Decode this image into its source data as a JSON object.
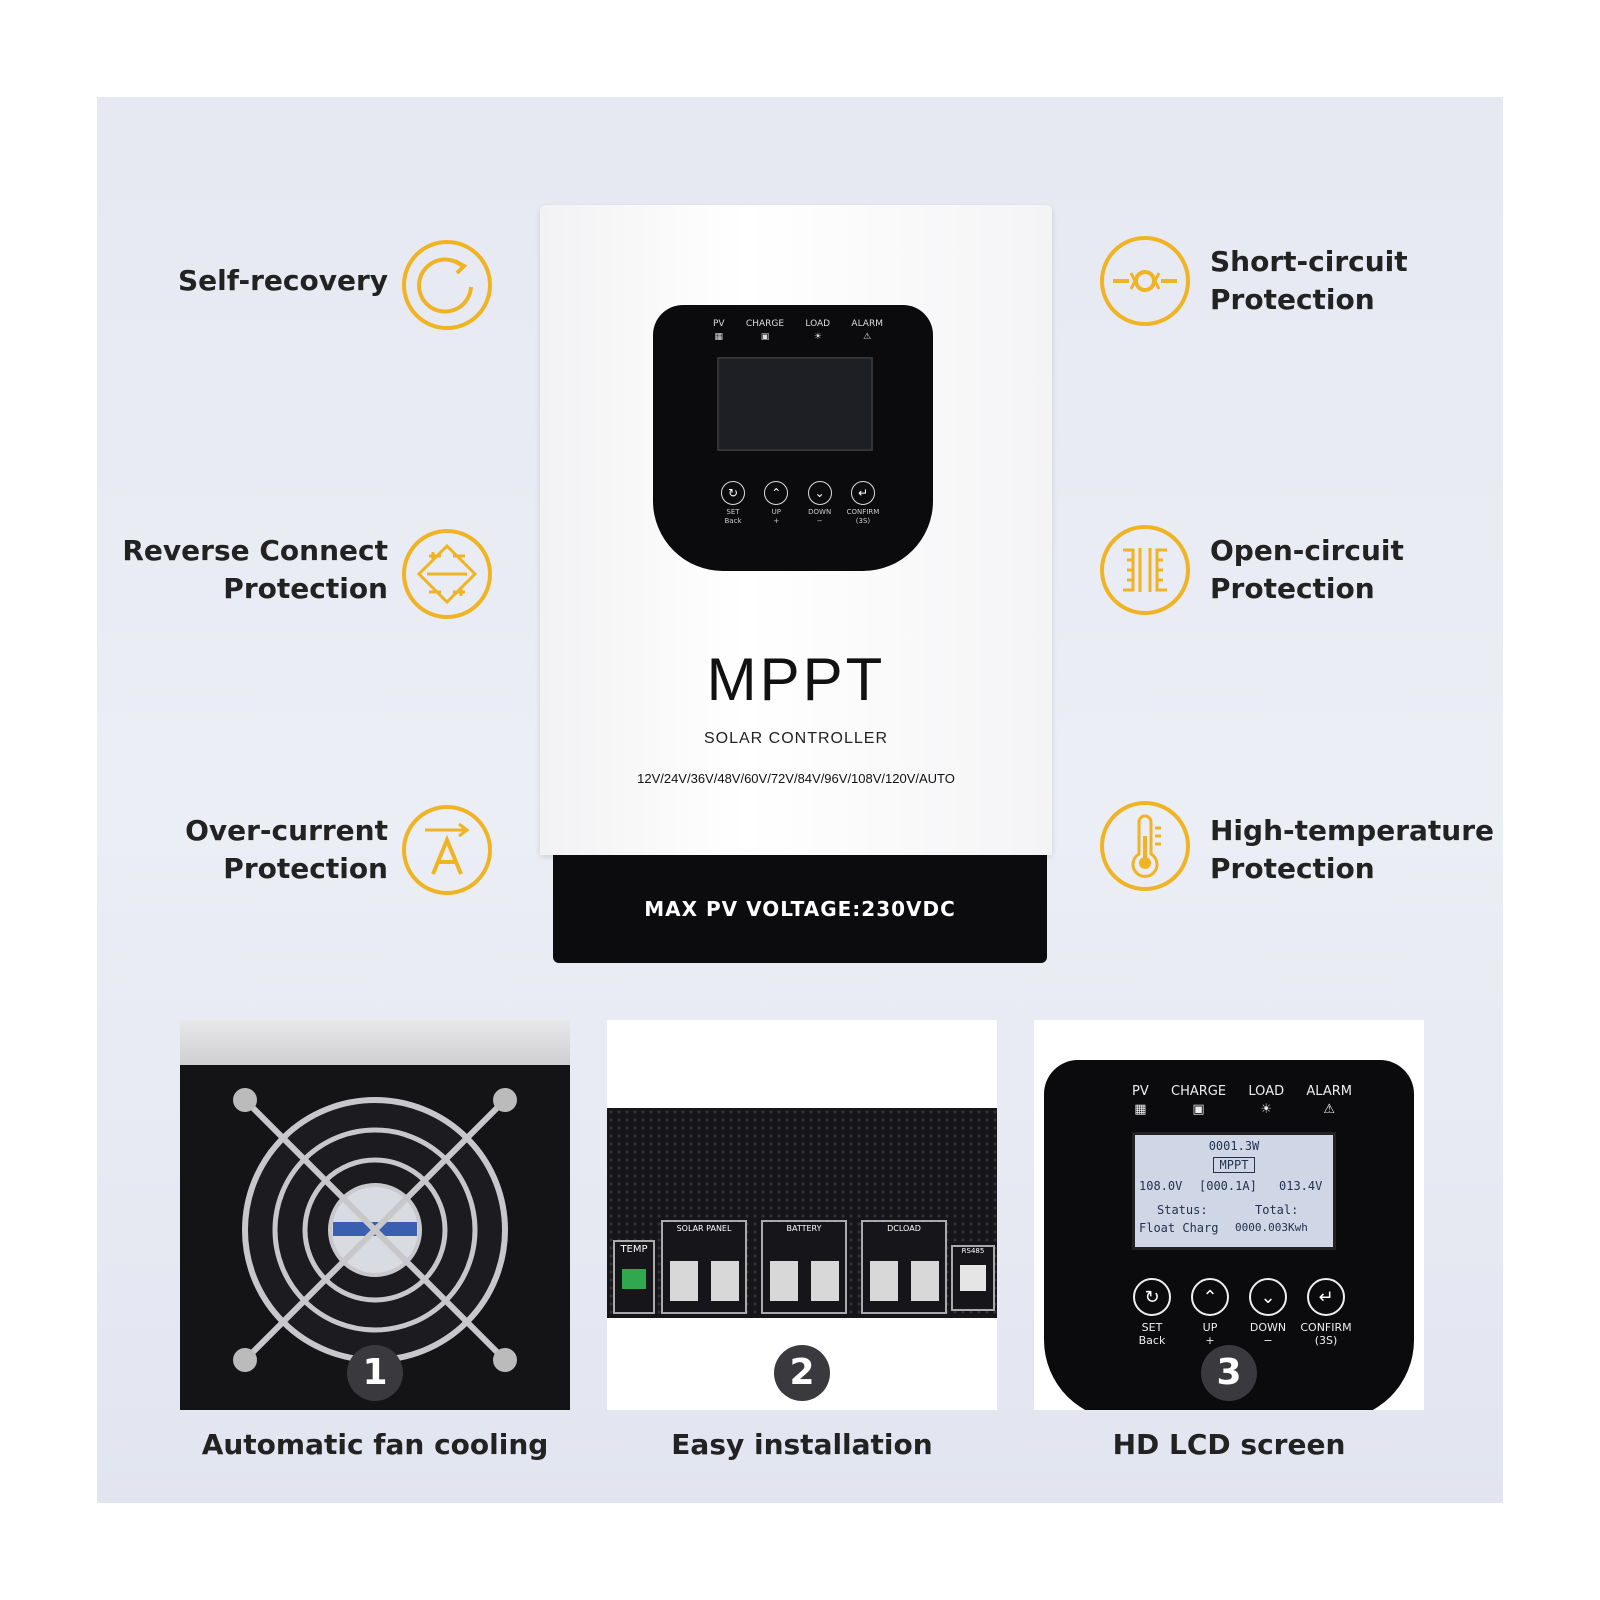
{
  "features_left": [
    {
      "label": "Self-recovery",
      "icon": "rotate-icon"
    },
    {
      "label": "Reverse Connect\nProtection",
      "icon": "bridge-rectifier-icon"
    },
    {
      "label": "Over-current\nProtection",
      "icon": "ammeter-icon"
    }
  ],
  "features_right": [
    {
      "label": "Short-circuit\nProtection",
      "icon": "fuse-icon"
    },
    {
      "label": "Open-circuit\nProtection",
      "icon": "transformer-icon"
    },
    {
      "label": "High-temperature\nProtection",
      "icon": "thermometer-icon"
    }
  ],
  "accent_color": "#f0b323",
  "device": {
    "indicators": [
      "PV",
      "CHARGE",
      "LOAD",
      "ALARM"
    ],
    "buttons": [
      {
        "label": "SET",
        "sub": "Back"
      },
      {
        "label": "UP",
        "sub": "+"
      },
      {
        "label": "DOWN",
        "sub": "−"
      },
      {
        "label": "CONFIRM",
        "sub": "(3S)"
      }
    ],
    "brand": "MPPT",
    "subtitle": "SOLAR CONTROLLER",
    "voltages": "12V/24V/36V/48V/60V/72V/84V/96V/108V/120V/AUTO",
    "max_pv": "MAX PV VOLTAGE:230VDC"
  },
  "photos": [
    {
      "number": "1",
      "caption": "Automatic fan cooling"
    },
    {
      "number": "2",
      "caption": "Easy installation",
      "terminals": [
        "SOLAR PANEL",
        "BATTERY",
        "DCLOAD"
      ],
      "temp": "TEMP",
      "port": "RS485"
    },
    {
      "number": "3",
      "caption": "HD LCD screen"
    }
  ],
  "lcd": {
    "power": "0001.3W",
    "mode": "MPPT",
    "pv_voltage": "108.0V",
    "current": "[000.1A]",
    "battery_voltage": "013.4V",
    "status_label": "Status:",
    "status_value": "Float Charg",
    "total_label": "Total:",
    "total_value": "0000.003Kwh"
  }
}
